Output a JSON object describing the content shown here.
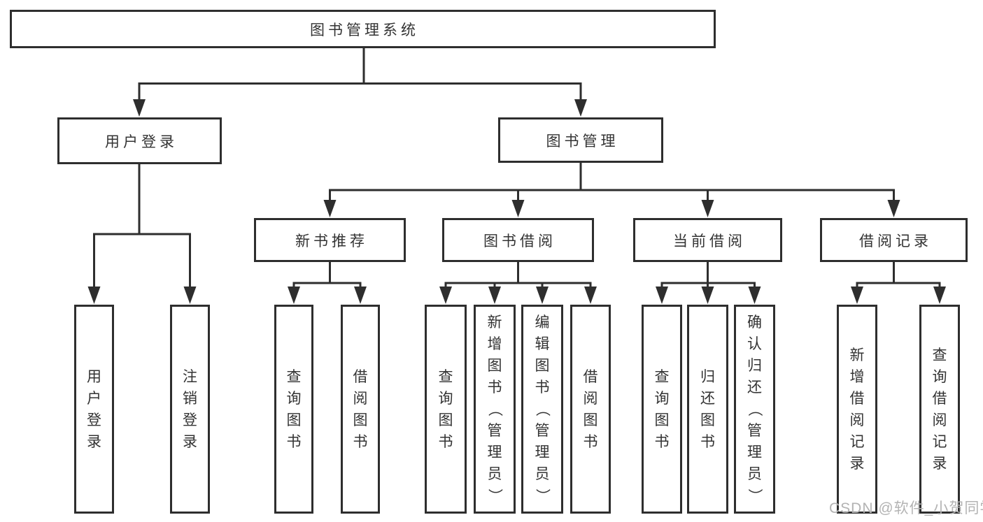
{
  "colors": {
    "background": "#ffffff",
    "line": "#2e2e2e",
    "box_border": "#2e2e2e",
    "text": "#333333",
    "watermark": "#b3b3b3"
  },
  "watermark": "CSDN @软件_小贺同学",
  "tree": {
    "root": {
      "label": "图书管理系统"
    },
    "branches": [
      {
        "label": "用户登录",
        "children": [
          "用户登录",
          "注销登录"
        ]
      },
      {
        "label": "图书管理",
        "sub": [
          {
            "label": "新书推荐",
            "children": [
              "查询图书",
              "借阅图书"
            ]
          },
          {
            "label": "图书借阅",
            "children": [
              "查询图书",
              "新增图书（管理员）",
              "编辑图书（管理员）",
              "借阅图书"
            ]
          },
          {
            "label": "当前借阅",
            "children": [
              "查询图书",
              "归还图书",
              "确认归还（管理员）"
            ]
          },
          {
            "label": "借阅记录",
            "children": [
              "新增借阅记录",
              "查询借阅记录"
            ]
          }
        ]
      }
    ]
  }
}
